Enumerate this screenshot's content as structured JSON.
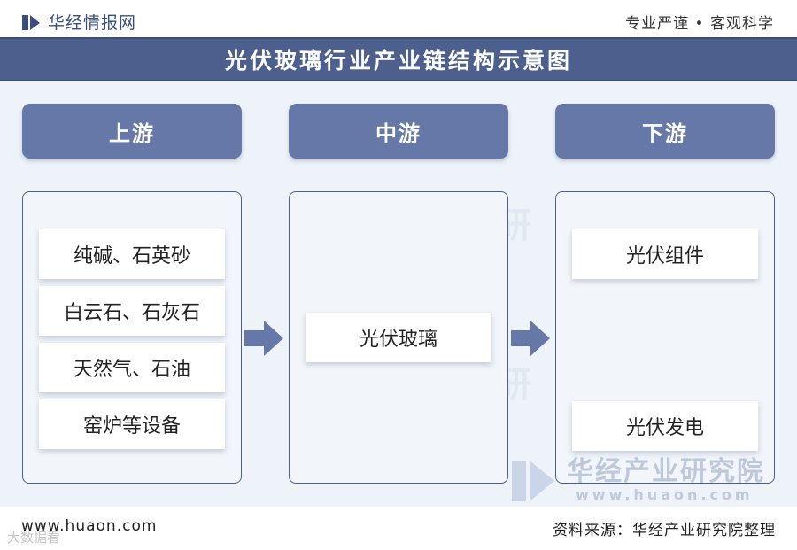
{
  "header": {
    "brand": "华经情报网",
    "slogan": "专业严谨 • 客观科学"
  },
  "title": "光伏玻璃行业产业链结构示意图",
  "stages": [
    {
      "label": "上游",
      "items": [
        "纯碱、石英砂",
        "白云石、石灰石",
        "天然气、石油",
        "窑炉等设备"
      ]
    },
    {
      "label": "中游",
      "items": [
        "光伏玻璃"
      ]
    },
    {
      "label": "下游",
      "items": [
        "光伏组件",
        "光伏发电"
      ]
    }
  ],
  "watermark": {
    "name": "华经产业研究院",
    "url": "www.huaon.com"
  },
  "footer": {
    "url": "www.huaon.com",
    "source": "资料来源：华经产业研究院整理",
    "overlay": "大数据看"
  },
  "colors": {
    "title_bar": "#4c5f8d",
    "stage_header": "#6678a7",
    "panel_bg": "#f2f5fa",
    "arrow": "#6678a7",
    "main_bg": "#eef3fa"
  },
  "icons": [
    "logo-icon",
    "arrow-right-icon"
  ]
}
